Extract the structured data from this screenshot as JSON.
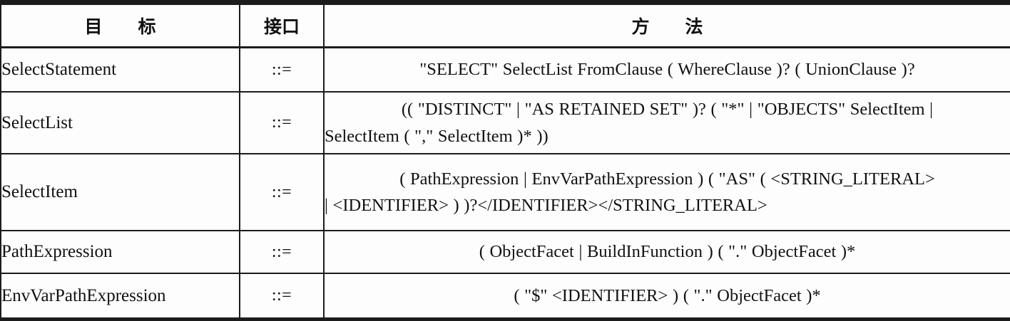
{
  "table": {
    "headers": {
      "target": "目　　标",
      "interface": "接口",
      "method": "方　　法"
    },
    "rows": [
      {
        "target": "SelectStatement",
        "interface": "::=",
        "method_lines": [
          "\"SELECT\" SelectList FromClause ( WhereClause )? ( UnionClause )?"
        ],
        "method_full": "\"SELECT\" SelectList FromClause ( WhereClause )? ( UnionClause )?"
      },
      {
        "target": "SelectList",
        "interface": "::=",
        "method_lines": [
          "(( \"DISTINCT\" | \"AS RETAINED SET\" )? ( \"*\" | \"OBJECTS\" SelectItem |",
          "SelectItem ( \",\" SelectItem )* ))"
        ],
        "method_full": "(( \"DISTINCT\" | \"AS RETAINED SET\" )? ( \"*\" | \"OBJECTS\" SelectItem | SelectItem ( \",\" SelectItem )* ))"
      },
      {
        "target": "SelectItem",
        "interface": "::=",
        "method_lines": [
          "( PathExpression | EnvVarPathExpression ) ( \"AS\" ( <STRING_LITERAL>",
          "| <IDENTIFIER> ) )?</IDENTIFIER></STRING_LITERAL>"
        ],
        "method_full": "( PathExpression | EnvVarPathExpression ) ( \"AS\" ( <STRING_LITERAL> | <IDENTIFIER> ) )?</IDENTIFIER></STRING_LITERAL>"
      },
      {
        "target": "PathExpression",
        "interface": "::=",
        "method_lines": [
          "( ObjectFacet | BuildInFunction ) ( \".\" ObjectFacet )*"
        ],
        "method_full": "( ObjectFacet | BuildInFunction ) ( \".\" ObjectFacet )*"
      },
      {
        "target": "EnvVarPathExpression",
        "interface": "::=",
        "method_lines": [
          "( \"$\" <IDENTIFIER> ) ( \".\" ObjectFacet )*"
        ],
        "method_full": "( \"$\" <IDENTIFIER> ) ( \".\" ObjectFacet )*"
      }
    ]
  },
  "colors": {
    "rule": "#1c1c1c",
    "text": "#111111",
    "background": "#ffffff",
    "cell_background": "#fdfdfd"
  }
}
